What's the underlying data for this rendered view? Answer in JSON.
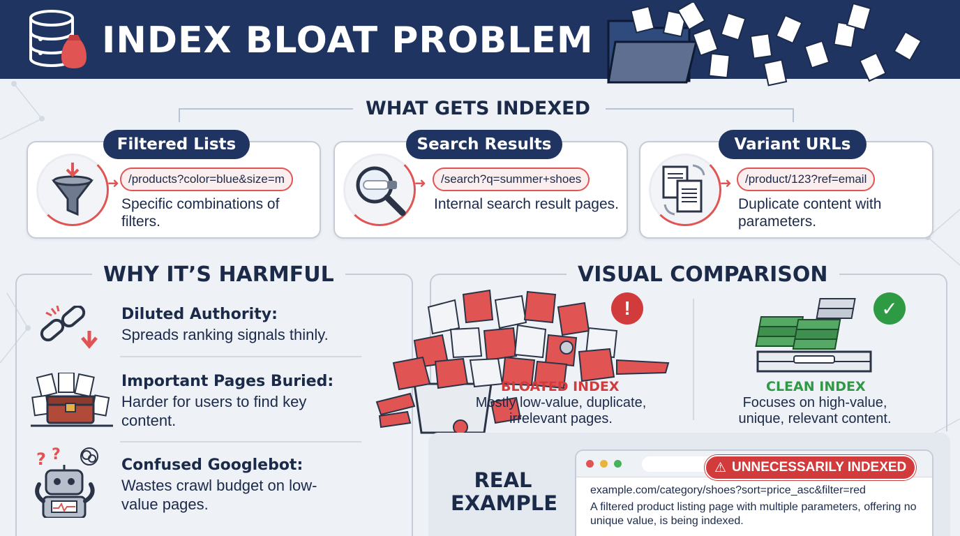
{
  "header": {
    "title": "INDEX BLOAT PROBLEM",
    "icon_left": "database-with-bag-icon",
    "icon_right": "folder-with-scattered-pages-icon"
  },
  "what_indexed": {
    "title": "WHAT GETS INDEXED",
    "cards": [
      {
        "label": "Filtered Lists",
        "url": "/products?color=blue&size=m",
        "desc": "Specific combinations of filters.",
        "icon": "funnel-icon"
      },
      {
        "label": "Search Results",
        "url": "/search?q=summer+shoes",
        "desc": "Internal search result pages.",
        "icon": "magnifier-icon"
      },
      {
        "label": "Variant URLs",
        "url": "/product/123?ref=email",
        "desc": "Duplicate content with parameters.",
        "icon": "duplicate-pages-icon"
      }
    ]
  },
  "harmful": {
    "title": "WHY IT’S HARMFUL",
    "items": [
      {
        "title": "Diluted Authority:",
        "desc": "Spreads ranking signals thinly.",
        "icon": "broken-link-icon"
      },
      {
        "title": "Important Pages Buried:",
        "desc": "Harder for users to find key content.",
        "icon": "buried-treasure-icon"
      },
      {
        "title": "Confused Googlebot:",
        "desc": "Wastes crawl budget on low-value pages.",
        "icon": "confused-robot-icon"
      }
    ]
  },
  "comparison": {
    "title": "VISUAL COMPARISON",
    "bloated": {
      "label": "BLOATED INDEX",
      "desc": "Mostly low-value, duplicate, irrelevant pages.",
      "badge": "!"
    },
    "clean": {
      "label": "CLEAN INDEX",
      "desc": "Focuses on high-value, unique, relevant content.",
      "badge": "✓"
    }
  },
  "example": {
    "title": "REAL EXAMPLE",
    "tag": "UNNECESSARILY INDEXED",
    "url": "example.com/category/shoes?sort=price_asc&filter=red",
    "desc": "A filtered product listing page with multiple parameters, offering no unique value, is being indexed."
  },
  "colors": {
    "navy": "#1f3461",
    "red": "#e15454",
    "green": "#2e9a44",
    "background": "#eef1f6"
  }
}
